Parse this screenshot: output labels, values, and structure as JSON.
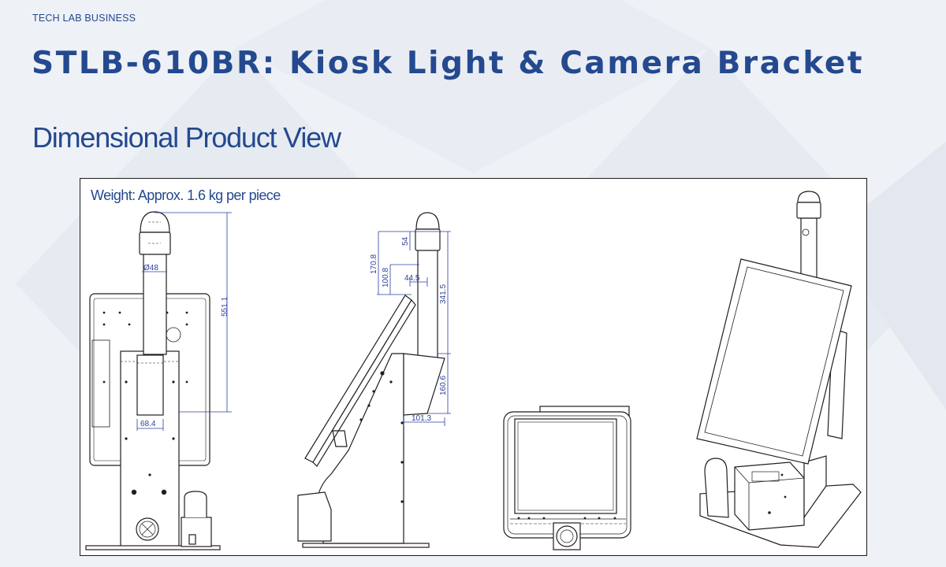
{
  "header": {
    "brand": "TECH LAB BUSINESS",
    "title": "STLB-610BR: Kiosk Light & Camera Bracket",
    "subtitle": "Dimensional Product View"
  },
  "drawing": {
    "weight_label": "Weight: Approx. 1.6 kg per piece",
    "dimensions": {
      "pole_diameter": "Ø48",
      "height_front": "551.1",
      "base_width": "68.4",
      "top_cap": "54",
      "upper_offset": "170.8",
      "arm_offset": "100.8",
      "arm_reach": "44.5",
      "pole_length": "341.5",
      "bracket_height": "160.6",
      "bracket_depth": "101.3"
    }
  }
}
